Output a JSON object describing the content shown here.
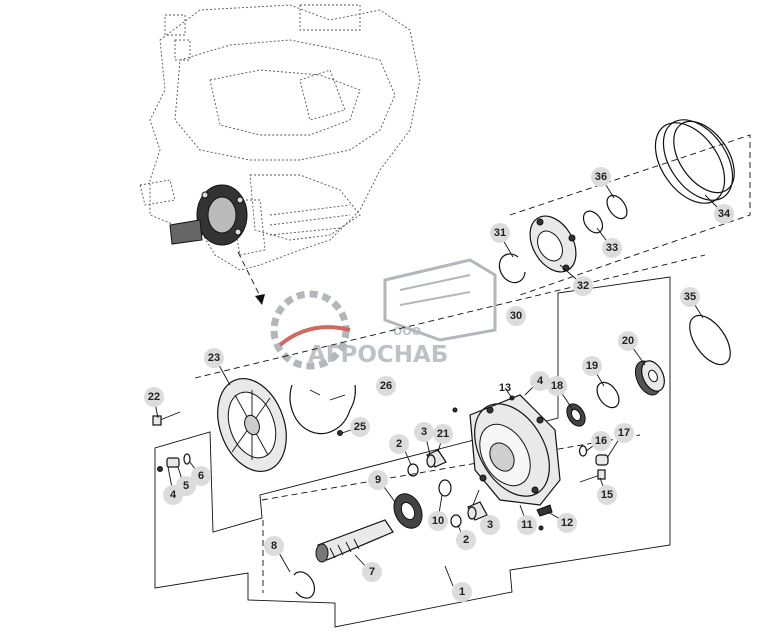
{
  "watermark": {
    "brand_text": "АГРОСНАБ",
    "company_prefix": "ООО"
  },
  "callouts": {
    "c1": "1",
    "c2a": "2",
    "c2b": "2",
    "c3a": "3",
    "c3b": "3",
    "c4a": "4",
    "c4b": "4",
    "c5": "5",
    "c6": "6",
    "c7": "7",
    "c8": "8",
    "c9": "9",
    "c10": "10",
    "c11": "11",
    "c12": "12",
    "c13": "13",
    "c15": "15",
    "c16": "16",
    "c17": "17",
    "c18": "18",
    "c19": "19",
    "c20": "20",
    "c21": "21",
    "c22": "22",
    "c23": "23",
    "c25": "25",
    "c26": "26",
    "c30": "30",
    "c31": "31",
    "c32": "32",
    "c33": "33",
    "c34": "34",
    "c35": "35",
    "c36": "36"
  },
  "colors": {
    "line": "#111111",
    "callout_bg": "#dcdcdc",
    "watermark": "#9aa0a6",
    "watermark_accent": "#c0392b"
  }
}
